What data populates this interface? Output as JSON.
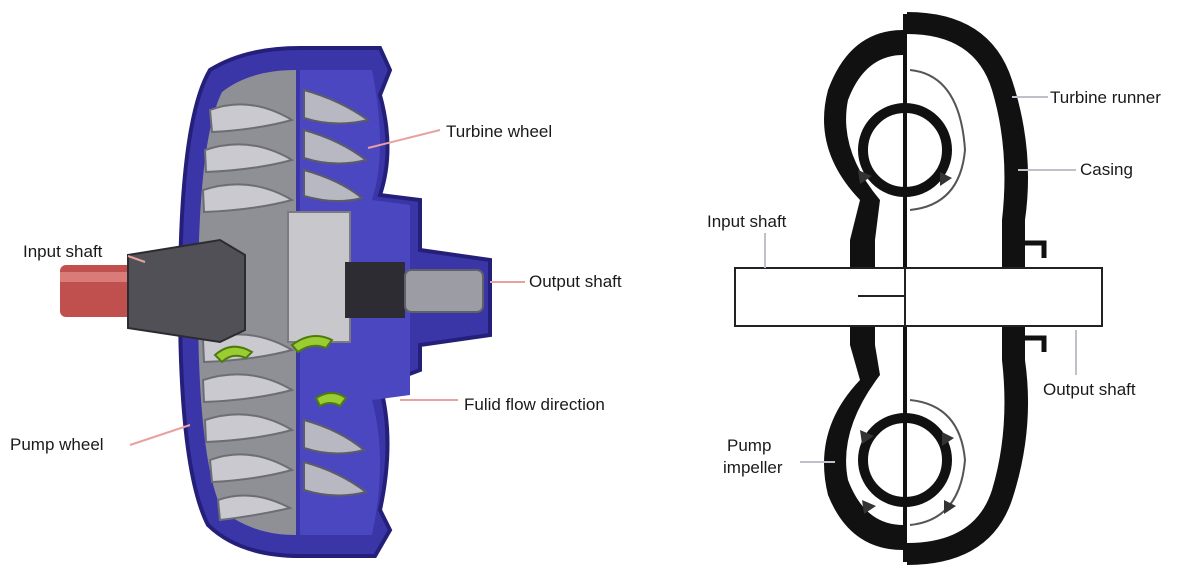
{
  "colors": {
    "casing_blue": "#3a36a8",
    "casing_blue_dark": "#24207a",
    "input_shaft_red": "#c0504d",
    "fluid_arrow_green": "#9acd32",
    "blade_grey": "#b8b8b8",
    "leader_pink": "#e8a0a0",
    "leader_grey": "#b0b0c0",
    "ink": "#111111"
  },
  "left_figure": {
    "labels": {
      "turbine_wheel": "Turbine wheel",
      "input_shaft": "Input shaft",
      "output_shaft": "Output shaft",
      "fluid_flow_direction": "Fulid flow direction",
      "pump_wheel": "Pump wheel"
    }
  },
  "right_figure": {
    "labels": {
      "turbine_runner": "Turbine runner",
      "casing": "Casing",
      "input_shaft": "Input shaft",
      "output_shaft": "Output shaft",
      "pump_impeller_line1": "Pump",
      "pump_impeller_line2": "impeller"
    }
  }
}
